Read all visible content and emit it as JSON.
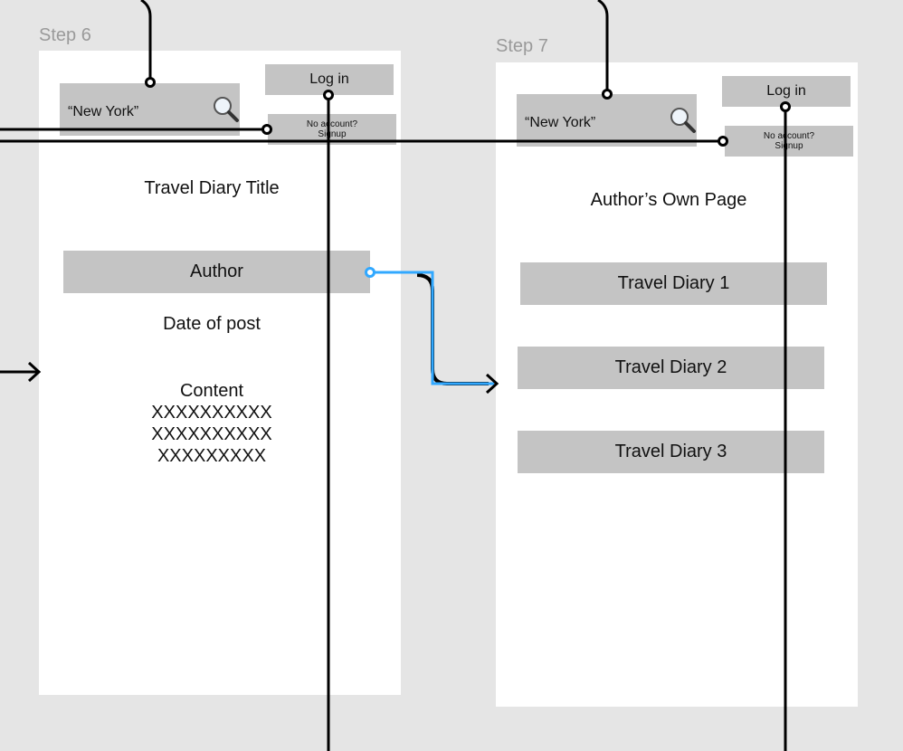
{
  "step6": {
    "label": "Step 6",
    "search_text": "“New York”",
    "login_label": "Log in",
    "signup_line1": "No account?",
    "signup_line2": "Signup",
    "title": "Travel Diary Title",
    "author_label": "Author",
    "date_label": "Date of post",
    "content_heading": "Content",
    "content_lines": [
      "XXXXXXXXXX",
      "XXXXXXXXXX",
      "XXXXXXXXX"
    ]
  },
  "step7": {
    "label": "Step 7",
    "search_text": "“New York”",
    "login_label": "Log in",
    "signup_line1": "No account?",
    "signup_line2": "Signup",
    "title": "Author’s Own Page",
    "diaries": [
      "Travel Diary 1",
      "Travel Diary 2",
      "Travel Diary 3"
    ]
  },
  "icons": {
    "search": "magnifier-icon",
    "arrow": "arrow-right-icon"
  },
  "colors": {
    "canvas": "#e5e5e5",
    "frame": "#ffffff",
    "placeholder_box": "#c4c4c4",
    "connector": "#000000",
    "active_connector": "#31a8ff",
    "step_label": "#9a9a9a"
  }
}
